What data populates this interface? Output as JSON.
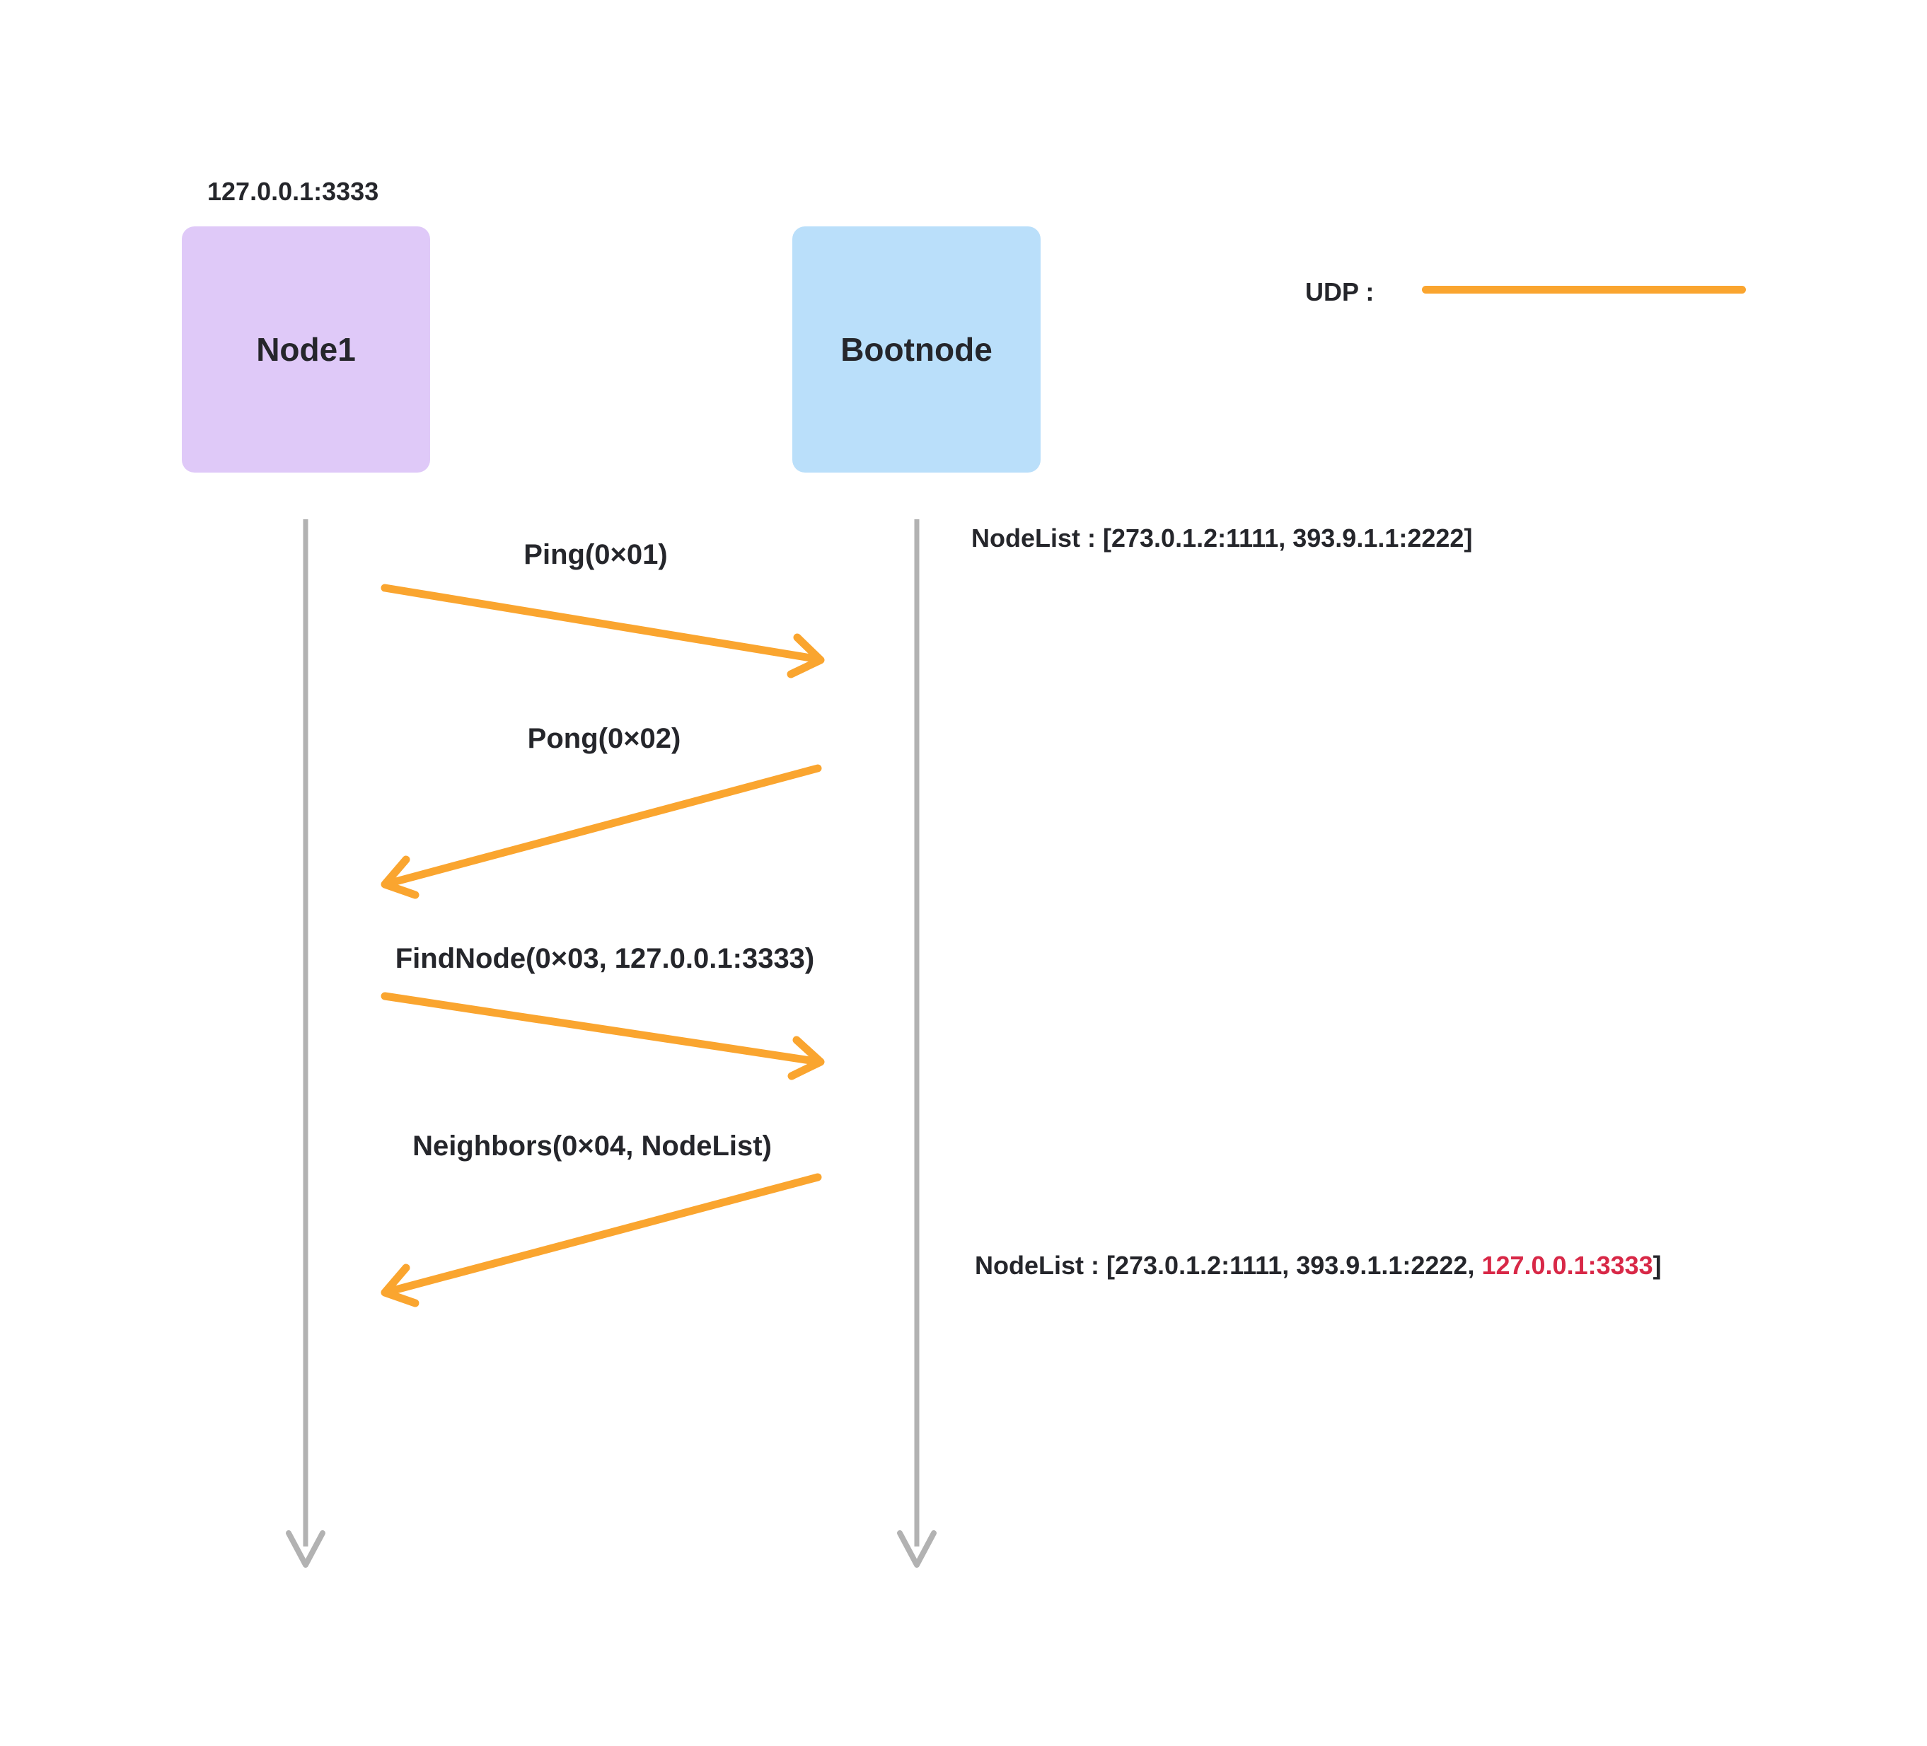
{
  "colors": {
    "bg": "#ffffff",
    "text": "#25262b",
    "orange": "#faa52f",
    "purple": "#dfc9f8",
    "blue": "#badffa",
    "gray": "#b2b2b2",
    "red": "#d82847"
  },
  "diagram": {
    "node1_address": "127.0.0.1:3333",
    "nodes": [
      {
        "label": "Node1"
      },
      {
        "label": "Bootnode"
      }
    ],
    "legend": {
      "label": "UDP :"
    },
    "messages": [
      {
        "label": "Ping(0×01)",
        "from": "Node1",
        "to": "Bootnode"
      },
      {
        "label": "Pong(0×02)",
        "from": "Bootnode",
        "to": "Node1"
      },
      {
        "label": "FindNode(0×03, 127.0.0.1:3333)",
        "from": "Node1",
        "to": "Bootnode"
      },
      {
        "label": "Neighbors(0×04, NodeList)",
        "from": "Bootnode",
        "to": "Node1"
      }
    ],
    "annotations": {
      "initial": {
        "text": "NodeList : [273.0.1.2:1111, 393.9.1.1:2222]"
      },
      "updated": {
        "prefix": "NodeList : [273.0.1.2:1111, 393.9.1.1:2222, ",
        "highlight": "127.0.0.1:3333",
        "suffix": "]"
      }
    }
  }
}
